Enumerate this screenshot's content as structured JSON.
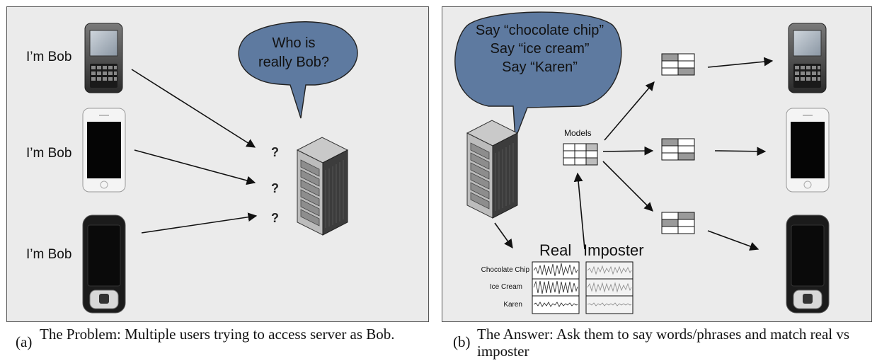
{
  "panel_a": {
    "claims": [
      "I’m Bob",
      "I’m Bob",
      "I’m Bob"
    ],
    "bubble_lines": [
      "Who is",
      "really Bob?"
    ],
    "question_marks": [
      "?",
      "?",
      "?"
    ],
    "caption_tag": "(a)",
    "caption_text": "The Problem:  Multiple users trying to access server as Bob."
  },
  "panel_b": {
    "bubble_lines": [
      "Say “chocolate chip”",
      "Say “ice cream”",
      "Say “Karen”"
    ],
    "models_label": "Models",
    "real_label": "Real",
    "imposter_label": "Imposter",
    "words": [
      "Chocolate Chip",
      "Ice Cream",
      "Karen"
    ],
    "caption_tag": "(b)",
    "caption_text": "The Answer: Ask them to say words/phrases and match real vs imposter"
  },
  "colors": {
    "panel_bg": "#ebebeb",
    "bubble_fill": "#5e7aa0",
    "server_dark": "#4a4a4a",
    "cell_gray": "#9a9a9a"
  }
}
